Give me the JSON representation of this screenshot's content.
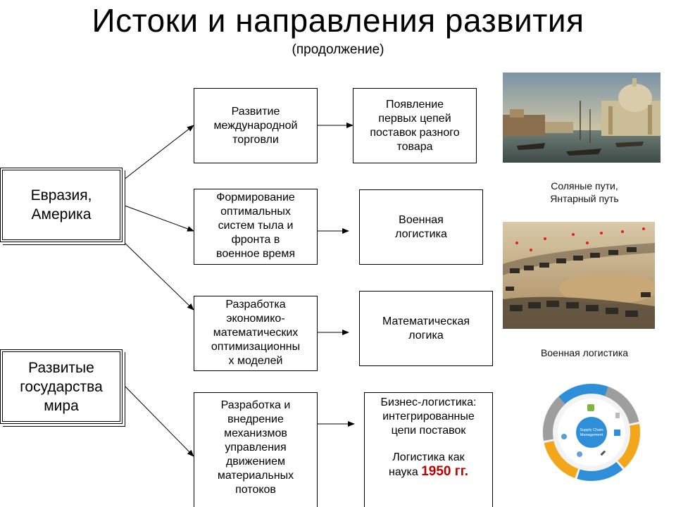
{
  "title": "Истоки и направления развития",
  "subtitle": "(продолжение)",
  "sources": {
    "eurasia": "Евразия,\nАмерика",
    "developed": "Развитые\nгосударства\nмира"
  },
  "directions": {
    "trade": "Развитие\nмеждународной\nторговли",
    "rear": "Формирование\nоптимальных\nсистем тыла и\nфронта в\nвоенное время",
    "models": "Разработка\nэкономико-\nматематических\nоптимизационны\nх моделей",
    "flows": "Разработка и\nвнедрение\nмеханизмов\nуправления\nдвижением\nматериальных\nпотоков"
  },
  "results": {
    "chains": "Появление\nпервых цепей\nпоставок разного\nтовара",
    "military": "Военная\nлогистика",
    "math": "Математическая\nлогика",
    "business_main": "Бизнес-логистика:\nинтегрированные\nцепи поставок",
    "business_science": "Логистика как\nнаука ",
    "business_years": "1950 гг."
  },
  "captions": {
    "salt": "Соляные пути,\nЯнтарный путь",
    "military": "Военная логистика"
  },
  "scm_wheel": {
    "center": "Supply Chain\nManagement",
    "colors": {
      "blue": "#2e8fd8",
      "gray": "#9e9e9e",
      "orange": "#f2a71b",
      "white": "#ffffff"
    },
    "icons": [
      "puzzle-icon",
      "gear-icon",
      "wrench-icon",
      "chart-icon",
      "document-icon",
      "cloud-icon"
    ]
  }
}
